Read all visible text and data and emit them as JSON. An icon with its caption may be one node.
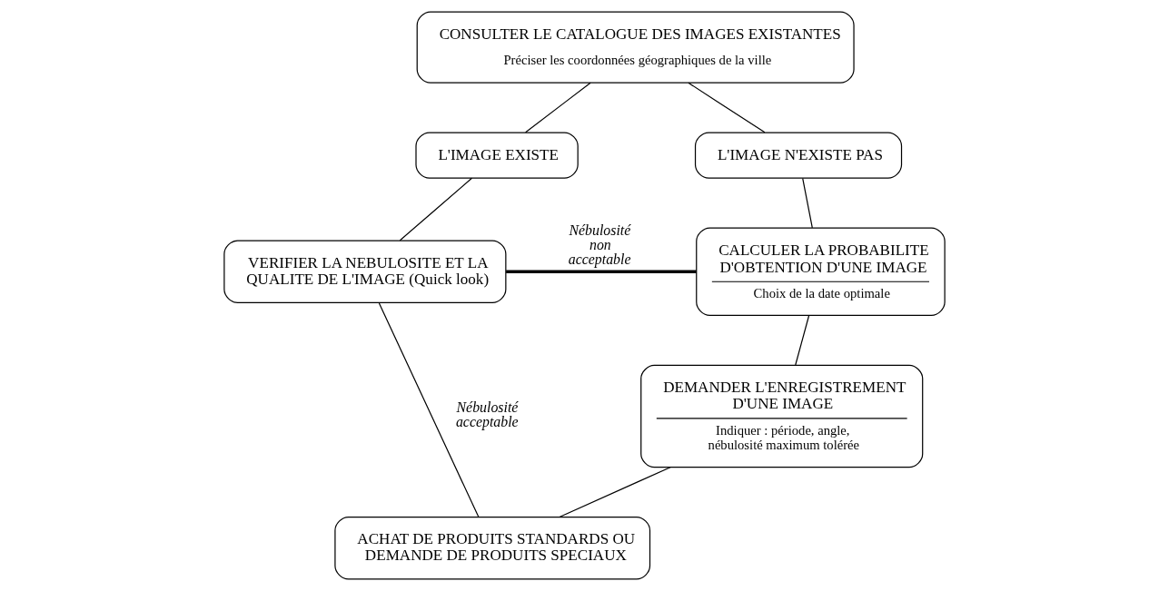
{
  "diagram": {
    "nodes": [
      {
        "text": [
          "CONSULTER LE CATALOGUE DES IMAGES EXISTANTES",
          "Préciser les coordonnées géographiques de la ville"
        ]
      },
      {
        "text": [
          "L'IMAGE EXISTE"
        ]
      },
      {
        "text": [
          "L'IMAGE N'EXISTE PAS"
        ]
      },
      {
        "text": [
          "VERIFIER LA NEBULOSITE ET LA QUALITE DE L'IMAGE (Quick look)"
        ]
      },
      {
        "text": [
          "CALCULER LA PROBABILITE D'OBTENTION D'UNE IMAGE",
          "Choix de la date optimale"
        ]
      },
      {
        "text": [
          "DEMANDER L'ENREGISTREMENT D'UNE IMAGE",
          "Indiquer : période, angle, nébulosité maximum tolérée"
        ]
      },
      {
        "text": [
          "ACHAT DE PRODUITS STANDARDS OU DEMANDE DE PRODUITS SPECIAUX"
        ]
      }
    ],
    "edges": [
      {
        "from": 0,
        "to": 1,
        "arrow": "none"
      },
      {
        "from": 0,
        "to": 2,
        "arrow": "none"
      },
      {
        "from": 1,
        "to": 3,
        "arrow": "none"
      },
      {
        "from": 2,
        "to": 4,
        "arrow": "none"
      },
      {
        "from": 3,
        "to": 4,
        "arrow": "none",
        "label": "Nébulosité non acceptable",
        "style": "thick"
      },
      {
        "from": 4,
        "to": 5,
        "arrow": "none"
      },
      {
        "from": 3,
        "to": 6,
        "arrow": "none",
        "label": "Nébulosité acceptable"
      },
      {
        "from": 5,
        "to": 6,
        "arrow": "none"
      }
    ]
  }
}
